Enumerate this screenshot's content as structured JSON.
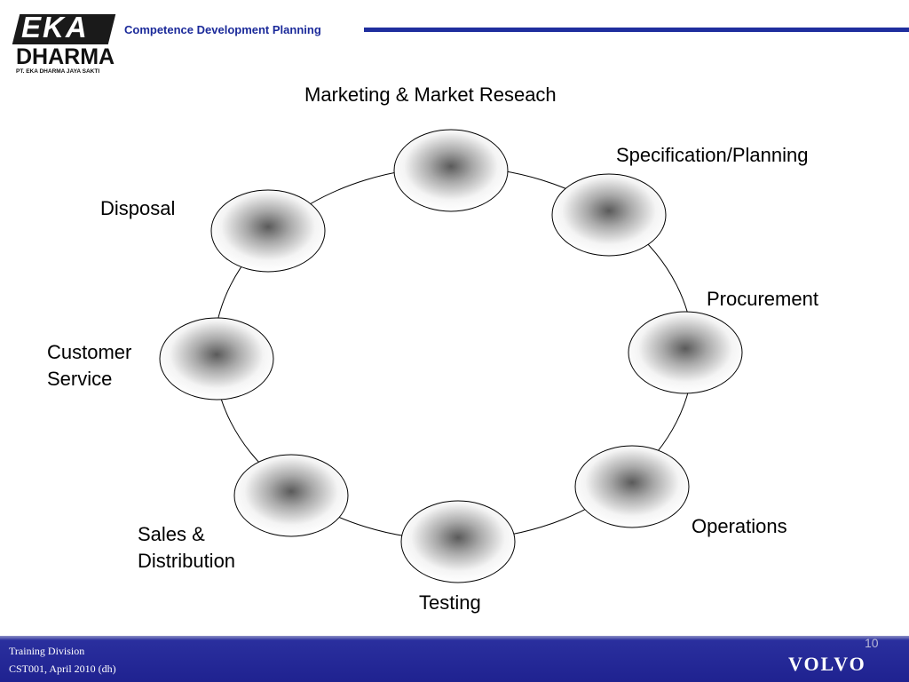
{
  "header": {
    "logo_top": "EKA",
    "logo_bottom": "DHARMA",
    "logo_tagline": "PT. EKA DHARMA JAYA SAKTI",
    "title": "Competence Development Planning",
    "rule_color": "#1f2e9e"
  },
  "diagram": {
    "title": "Marketing & Market Reseach",
    "nodes": [
      {
        "id": "specification",
        "lines": [
          "Specification/Planning"
        ]
      },
      {
        "id": "procurement",
        "lines": [
          "Procurement"
        ]
      },
      {
        "id": "operations",
        "lines": [
          "Operations"
        ]
      },
      {
        "id": "testing",
        "lines": [
          "Testing"
        ]
      },
      {
        "id": "sales",
        "lines": [
          "Sales &",
          "Distribution"
        ]
      },
      {
        "id": "customer-service",
        "lines": [
          "Customer",
          "Service"
        ]
      },
      {
        "id": "disposal",
        "lines": [
          "Disposal"
        ]
      }
    ]
  },
  "footer": {
    "division": "Training Division",
    "code": "CST001, April 2010 (dh)",
    "page_number": "10",
    "brand": "VOLVO"
  }
}
